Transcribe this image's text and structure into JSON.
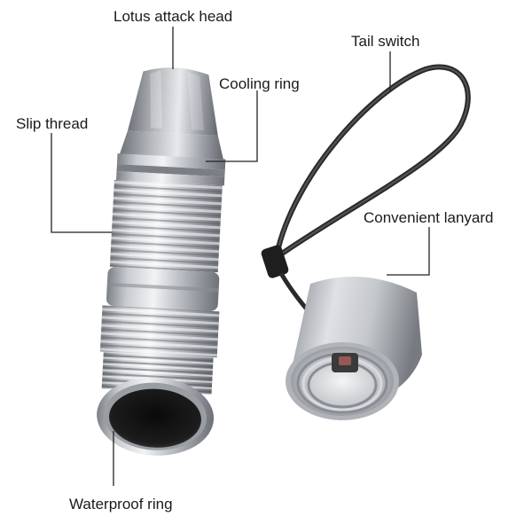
{
  "labels": {
    "lotus_head": "Lotus attack head",
    "cooling_ring": "Cooling ring",
    "slip_thread": "Slip thread",
    "tail_switch": "Tail switch",
    "lanyard": "Convenient lanyard",
    "waterproof_ring": "Waterproof ring"
  },
  "colors": {
    "background": "#ffffff",
    "aluminum_light": "#e4e6e9",
    "aluminum_mid": "#b9bcc1",
    "aluminum_dark": "#7d8187",
    "lanyard": "#2a2a2a",
    "leader_line": "#222222",
    "label_text": "#1a1a1a"
  }
}
